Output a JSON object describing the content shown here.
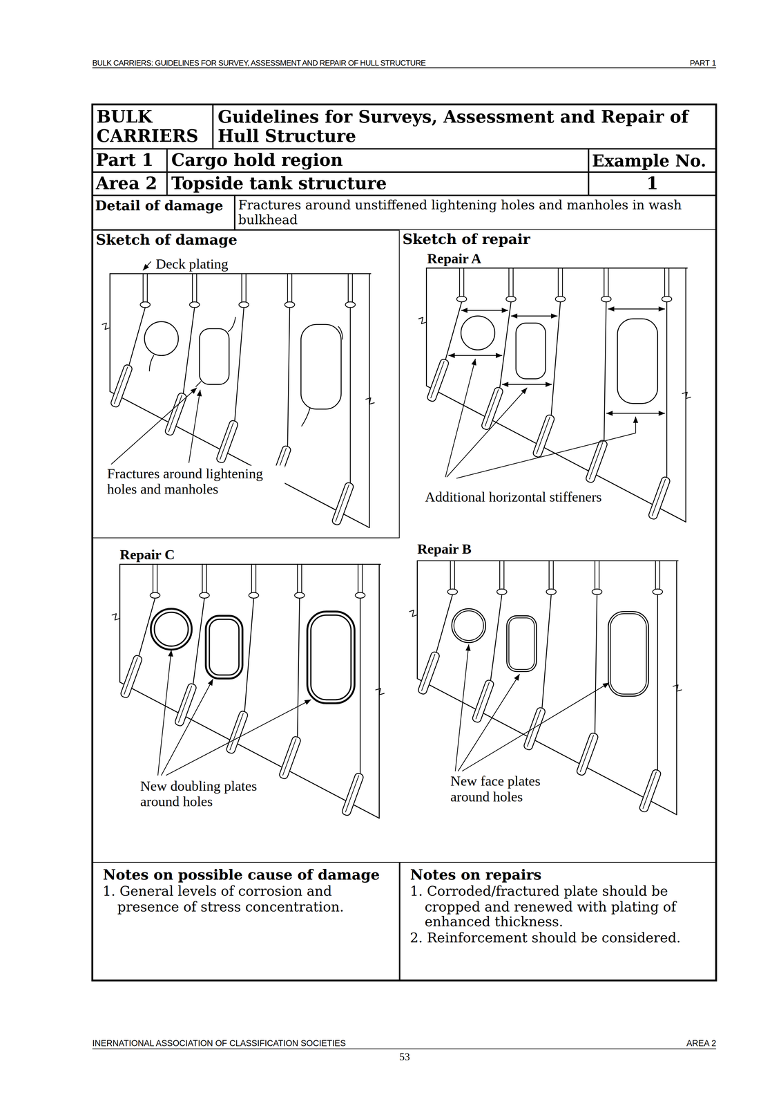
{
  "diagram": {
    "nodes": [
      {
        "text": [
          "BULK CARRIERS"
        ]
      },
      {
        "text": [
          "Guidelines for Surveys, Assessment and Repair of Hull Structure"
        ]
      },
      {
        "text": [
          "Part 1"
        ]
      },
      {
        "text": [
          "Cargo hold region"
        ]
      },
      {
        "text": [
          "Example No."
        ]
      },
      {
        "text": [
          "Area 2"
        ]
      },
      {
        "text": [
          "Topside tank structure"
        ]
      },
      {
        "text": [
          "1"
        ]
      },
      {
        "text": [
          "Detail of damage"
        ]
      },
      {
        "text": [
          "Fractures around unstiffened lightening holes and manholes in wash bulkhead"
        ]
      },
      {
        "text": [
          "Sketch of damage"
        ]
      },
      {
        "text": [
          "Notes on possible cause of damage",
          "1. General levels of corrosion and presence of stress concentration."
        ]
      },
      {
        "text": [
          "Notes on repairs",
          "1. Corroded/fractured plate should be cropped and renewed with plating of enhanced thickness.",
          "2. Reinforcement should be considered."
        ]
      }
    ],
    "labels": [
      "BULK CARRIERS: GUIDELINES FOR SURVEY, ASSESSMENT AND REPAIR OF HULL STRUCTURE",
      "PART 1",
      "Deck plating",
      "Fractures around lightening holes and manholes",
      "Sketch of repair",
      "Repair A",
      "Additional horizontal stiffeners",
      "Repair C",
      "New doubling plates around holes",
      "Repair B",
      "New face plates around holes",
      "INERNATIONAL ASSOCIATION OF CLASSIFICATION SOCIETIES",
      "AREA 2",
      "53"
    ]
  }
}
